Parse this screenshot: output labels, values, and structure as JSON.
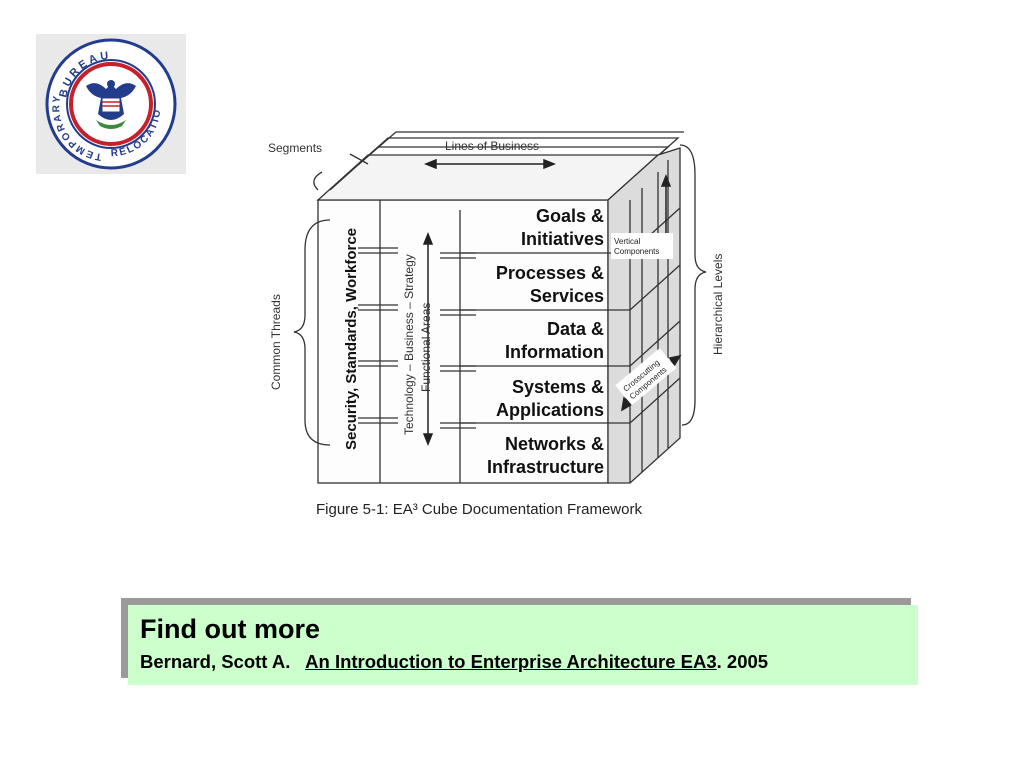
{
  "seal": {
    "ring_top": "BUREAU",
    "ring_left": "TEMPORARY",
    "ring_bottom": "RELOCATION"
  },
  "diagram": {
    "segments_label": "Segments",
    "lines_of_business_label": "Lines of Business",
    "common_threads_label": "Common Threads",
    "threads_text": "Security, Standards, Workforce",
    "functional_line1": "Technology – Business – Strategy",
    "functional_line2": "Functional Areas",
    "levels": [
      {
        "line1": "Goals &",
        "line2": "Initiatives"
      },
      {
        "line1": "Processes &",
        "line2": "Services"
      },
      {
        "line1": "Data &",
        "line2": "Information"
      },
      {
        "line1": "Systems &",
        "line2": "Applications"
      },
      {
        "line1": "Networks &",
        "line2": "Infrastructure"
      }
    ],
    "vertical_line1": "Vertical",
    "vertical_line2": "Components",
    "crosscutting_line1": "Crosscutting",
    "crosscutting_line2": "Components",
    "hierarchical_label": "Hierarchical Levels",
    "caption": "Figure 5-1:  EA³ Cube Documentation Framework"
  },
  "callout": {
    "title": "Find out more",
    "author": "Bernard, Scott A.",
    "book": "An Introduction to Enterprise Architecture EA3",
    "year": ". 2005"
  },
  "colors": {
    "callout_bg": "#ccffcc",
    "callout_shadow": "#9a9a9a",
    "seal_navy": "#233c8c",
    "seal_red": "#c8202a"
  }
}
